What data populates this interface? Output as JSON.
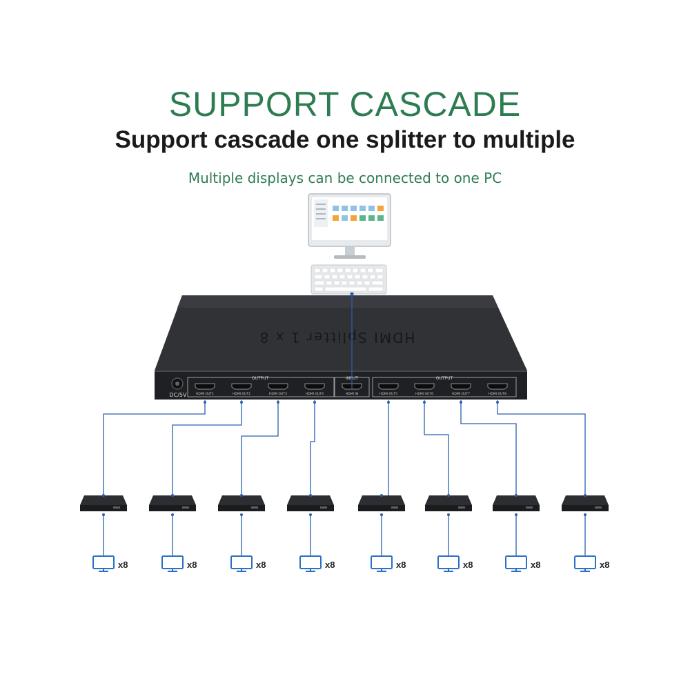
{
  "header": {
    "title": "SUPPORT   CASCADE",
    "subtitle": "Support cascade one splitter to multiple",
    "caption": "Multiple displays can be connected to one PC"
  },
  "splitter": {
    "top_label": "HDMI Splitter 1 x 8",
    "power_label": "DC/5V",
    "output_group_label": "OUTPUT",
    "input_group_label": "INPUT",
    "input_port_label": "HDMI IN",
    "ports": [
      "HDMI OUT1",
      "HDMI OUT2",
      "HDMI OUT3",
      "HDMI OUT4",
      "HDMI OUT5",
      "HDMI OUT6",
      "HDMI OUT7",
      "HDMI OUT8"
    ]
  },
  "cascade": {
    "display_count_label": "x8",
    "units": 8
  },
  "colors": {
    "headline": "#2e7d52",
    "connector_line": "#2a5fb0",
    "monitor_icon": "#2a6fc9",
    "splitter_body": "#2b2d30"
  },
  "icons": [
    "monitor-icon",
    "keyboard-icon",
    "splitter-device",
    "mini-splitter",
    "display-icon"
  ]
}
